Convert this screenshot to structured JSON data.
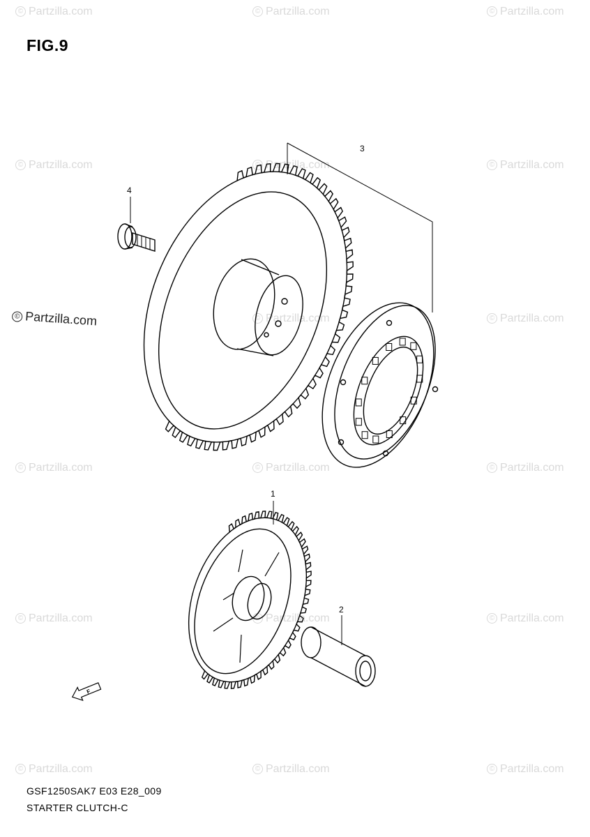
{
  "figure": {
    "title": "FIG.9",
    "model_code": "GSF1250SAK7 E03 E28_009",
    "caption": "STARTER CLUTCH-C"
  },
  "watermark": {
    "text": "Partzilla.com",
    "symbol": "©",
    "color": "#d9d9d9",
    "emphasis_color": "#222222"
  },
  "callouts": {
    "part_1": "1",
    "part_2": "2",
    "part_3": "3",
    "part_4": "4"
  },
  "direction_arrow": {
    "label": "F"
  },
  "icons": [
    "copyright-icon",
    "front-direction-arrow-icon"
  ]
}
